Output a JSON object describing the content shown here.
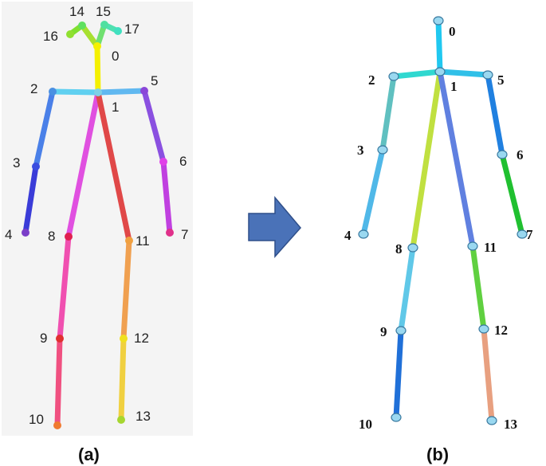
{
  "figure_a": {
    "caption": "(a)",
    "joints": [
      {
        "id": "0",
        "label": "0",
        "color": "#f4f000"
      },
      {
        "id": "1",
        "label": "1",
        "color": "#7fd0e6"
      },
      {
        "id": "2",
        "label": "2",
        "color": "#4a90e2"
      },
      {
        "id": "3",
        "label": "3",
        "color": "#3a4ee0"
      },
      {
        "id": "4",
        "label": "4",
        "color": "#7a3ec8"
      },
      {
        "id": "5",
        "label": "5",
        "color": "#8a46d8"
      },
      {
        "id": "6",
        "label": "6",
        "color": "#e040e8"
      },
      {
        "id": "7",
        "label": "7",
        "color": "#e0308a"
      },
      {
        "id": "8",
        "label": "8",
        "color": "#e02050"
      },
      {
        "id": "9",
        "label": "9",
        "color": "#e03030"
      },
      {
        "id": "10",
        "label": "10",
        "color": "#f07a30"
      },
      {
        "id": "11",
        "label": "11",
        "color": "#f0a040"
      },
      {
        "id": "12",
        "label": "12",
        "color": "#f0e020"
      },
      {
        "id": "13",
        "label": "13",
        "color": "#a6d630"
      },
      {
        "id": "14",
        "label": "14",
        "color": "#60e060"
      },
      {
        "id": "15",
        "label": "15",
        "color": "#50e0a0"
      },
      {
        "id": "16",
        "label": "16",
        "color": "#90e030"
      },
      {
        "id": "17",
        "label": "17",
        "color": "#40e0c0"
      }
    ],
    "bones": [
      {
        "from": "1",
        "to": "0",
        "color": "#f4f000"
      },
      {
        "from": "0",
        "to": "14",
        "color": "#a8e030"
      },
      {
        "from": "0",
        "to": "15",
        "color": "#70e070"
      },
      {
        "from": "14",
        "to": "16",
        "color": "#80e030"
      },
      {
        "from": "15",
        "to": "17",
        "color": "#50e0b0"
      },
      {
        "from": "2",
        "to": "1",
        "color": "#60d0f0"
      },
      {
        "from": "1",
        "to": "5",
        "color": "#60b8f0"
      },
      {
        "from": "2",
        "to": "3",
        "color": "#4a80e8"
      },
      {
        "from": "3",
        "to": "4",
        "color": "#3a3cd8"
      },
      {
        "from": "5",
        "to": "6",
        "color": "#8a50e0"
      },
      {
        "from": "6",
        "to": "7",
        "color": "#c040e0"
      },
      {
        "from": "1",
        "to": "8",
        "color": "#e050e0"
      },
      {
        "from": "1",
        "to": "11",
        "color": "#e04848"
      },
      {
        "from": "8",
        "to": "9",
        "color": "#f050b0"
      },
      {
        "from": "9",
        "to": "10",
        "color": "#f05080"
      },
      {
        "from": "11",
        "to": "12",
        "color": "#f0a050"
      },
      {
        "from": "12",
        "to": "13",
        "color": "#f0d040"
      }
    ]
  },
  "arrow": {
    "color": "#4a72b8",
    "stroke": "#2f4f8a"
  },
  "figure_b": {
    "caption": "(b)",
    "joints": [
      {
        "id": "0",
        "label": "0"
      },
      {
        "id": "1",
        "label": "1"
      },
      {
        "id": "2",
        "label": "2"
      },
      {
        "id": "3",
        "label": "3"
      },
      {
        "id": "4",
        "label": "4"
      },
      {
        "id": "5",
        "label": "5"
      },
      {
        "id": "6",
        "label": "6"
      },
      {
        "id": "7",
        "label": "7"
      },
      {
        "id": "8",
        "label": "8"
      },
      {
        "id": "9",
        "label": "9"
      },
      {
        "id": "10",
        "label": "10"
      },
      {
        "id": "11",
        "label": "11"
      },
      {
        "id": "12",
        "label": "12"
      },
      {
        "id": "13",
        "label": "13"
      }
    ],
    "bones": [
      {
        "from": "0",
        "to": "1",
        "color": "#20c8f0"
      },
      {
        "from": "2",
        "to": "1",
        "color": "#30d8d0"
      },
      {
        "from": "1",
        "to": "5",
        "color": "#30c0e8"
      },
      {
        "from": "2",
        "to": "3",
        "color": "#60c0c0"
      },
      {
        "from": "3",
        "to": "4",
        "color": "#50b8e8"
      },
      {
        "from": "5",
        "to": "6",
        "color": "#2080e0"
      },
      {
        "from": "6",
        "to": "7",
        "color": "#20c030"
      },
      {
        "from": "1",
        "to": "8",
        "color": "#c0e040"
      },
      {
        "from": "1",
        "to": "11",
        "color": "#6080e0"
      },
      {
        "from": "8",
        "to": "9",
        "color": "#60c8e8"
      },
      {
        "from": "9",
        "to": "10",
        "color": "#2070d8"
      },
      {
        "from": "11",
        "to": "12",
        "color": "#60d040"
      },
      {
        "from": "12",
        "to": "13",
        "color": "#e8a080"
      }
    ],
    "joint_fill": "#9ad8f0",
    "joint_stroke": "#3a7aa0"
  }
}
